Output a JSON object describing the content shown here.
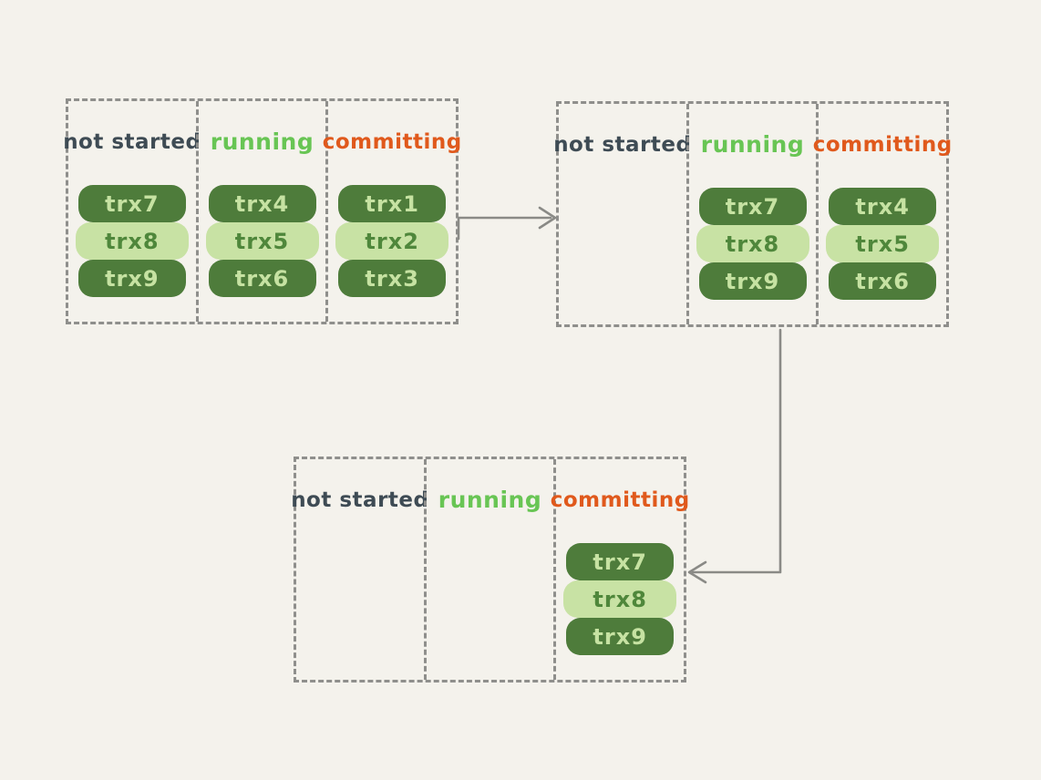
{
  "diagram": {
    "stages": [
      {
        "name": "stage-1",
        "columns": [
          {
            "label": "not started",
            "pills": [
              "trx7",
              "trx8",
              "trx9"
            ]
          },
          {
            "label": "running",
            "pills": [
              "trx4",
              "trx5",
              "trx6"
            ]
          },
          {
            "label": "committing",
            "pills": [
              "trx1",
              "trx2",
              "trx3"
            ]
          }
        ]
      },
      {
        "name": "stage-2",
        "columns": [
          {
            "label": "not started",
            "pills": []
          },
          {
            "label": "running",
            "pills": [
              "trx7",
              "trx8",
              "trx9"
            ]
          },
          {
            "label": "committing",
            "pills": [
              "trx4",
              "trx5",
              "trx6"
            ]
          }
        ]
      },
      {
        "name": "stage-3",
        "columns": [
          {
            "label": "not started",
            "pills": []
          },
          {
            "label": "running",
            "pills": []
          },
          {
            "label": "committing",
            "pills": [
              "trx7",
              "trx8",
              "trx9"
            ]
          }
        ]
      }
    ],
    "arrows": [
      {
        "name": "arrow-stage1-to-stage2",
        "direction": "right"
      },
      {
        "name": "arrow-stage2-to-stage3",
        "direction": "down-then-left"
      }
    ]
  },
  "colors": {
    "background": "#f4f2ec",
    "label_not_started": "#3e4b54",
    "label_running": "#68c554",
    "label_committing": "#e0591c",
    "pill_dark_bg": "#4e7c3b",
    "pill_dark_text": "#c6e2a2",
    "pill_light_bg": "#c8e2a4",
    "pill_light_text": "#4f873b",
    "dashed_border": "#8f8f8c",
    "arrow": "#8a8a86"
  }
}
